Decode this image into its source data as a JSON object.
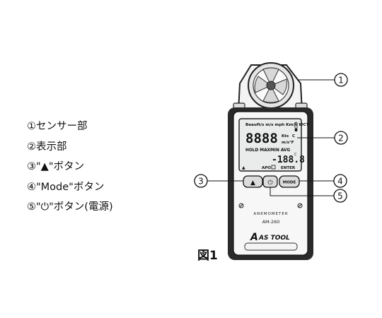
{
  "legend": [
    {
      "text": "①センサー部"
    },
    {
      "text": "②表示部"
    },
    {
      "text": "③\"▲\"ボタン"
    },
    {
      "text": "④\"Mode\"ボタン"
    },
    {
      "text": "⑤\"⏻\"ボタン(電源)"
    }
  ],
  "figure_label": "図1",
  "callouts": [
    "1",
    "2",
    "3",
    "4",
    "5"
  ],
  "device": {
    "units_row": "Beauft/s m/s mph Km/h WCT",
    "main_digits": "8888",
    "unit_kts": "Kts",
    "unit_c": "C",
    "unit_mf": "m/s°F",
    "status_row": "HOLD MAXMIN AVG",
    "sub_digits": "-188.8",
    "unit_c2": "C",
    "apo_label": "APO",
    "enter_label": "ENTER",
    "up_arrow": "▲",
    "up_button": "▲",
    "power_button": "⏻",
    "mode_button": "MODE",
    "product_type": "ANEMOMETER",
    "model": "AM-260",
    "brand": "AS TOOL",
    "brand_mark": "A"
  }
}
